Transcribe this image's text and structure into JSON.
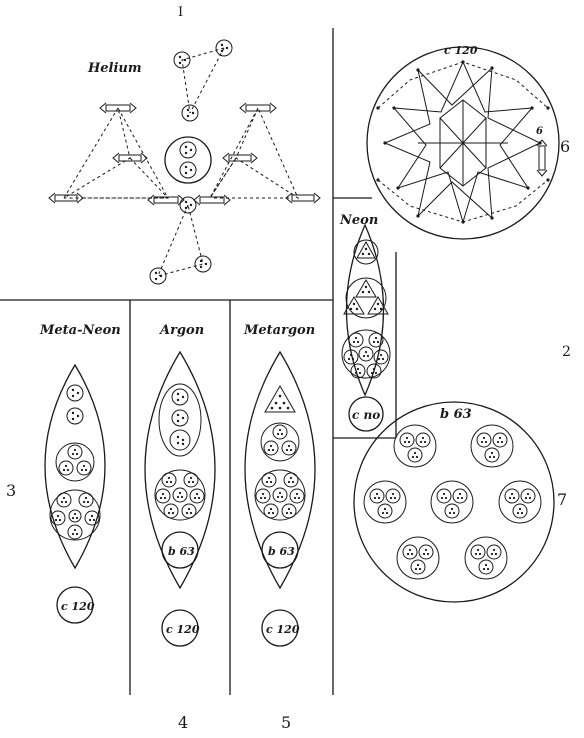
{
  "plate": {
    "figure_numbers": {
      "fig1": "I",
      "fig2": "2",
      "fig3": "3",
      "fig4": "4",
      "fig5": "5",
      "fig6": "6",
      "fig7": "7"
    },
    "panel_labels": {
      "helium": "Helium",
      "neon": "Neon",
      "meta_neon": "Meta-Neon",
      "argon": "Argon",
      "metargon": "Metargon"
    },
    "circle_labels": {
      "fig6": "c 120",
      "neon": "c no",
      "fig7": "b 63",
      "meta_neon": "c 120",
      "argon_inner": "b 63",
      "argon_bottom": "c 120",
      "metargon_inner": "b 63",
      "metargon_bottom": "c 120",
      "fig6_side": "6"
    }
  }
}
